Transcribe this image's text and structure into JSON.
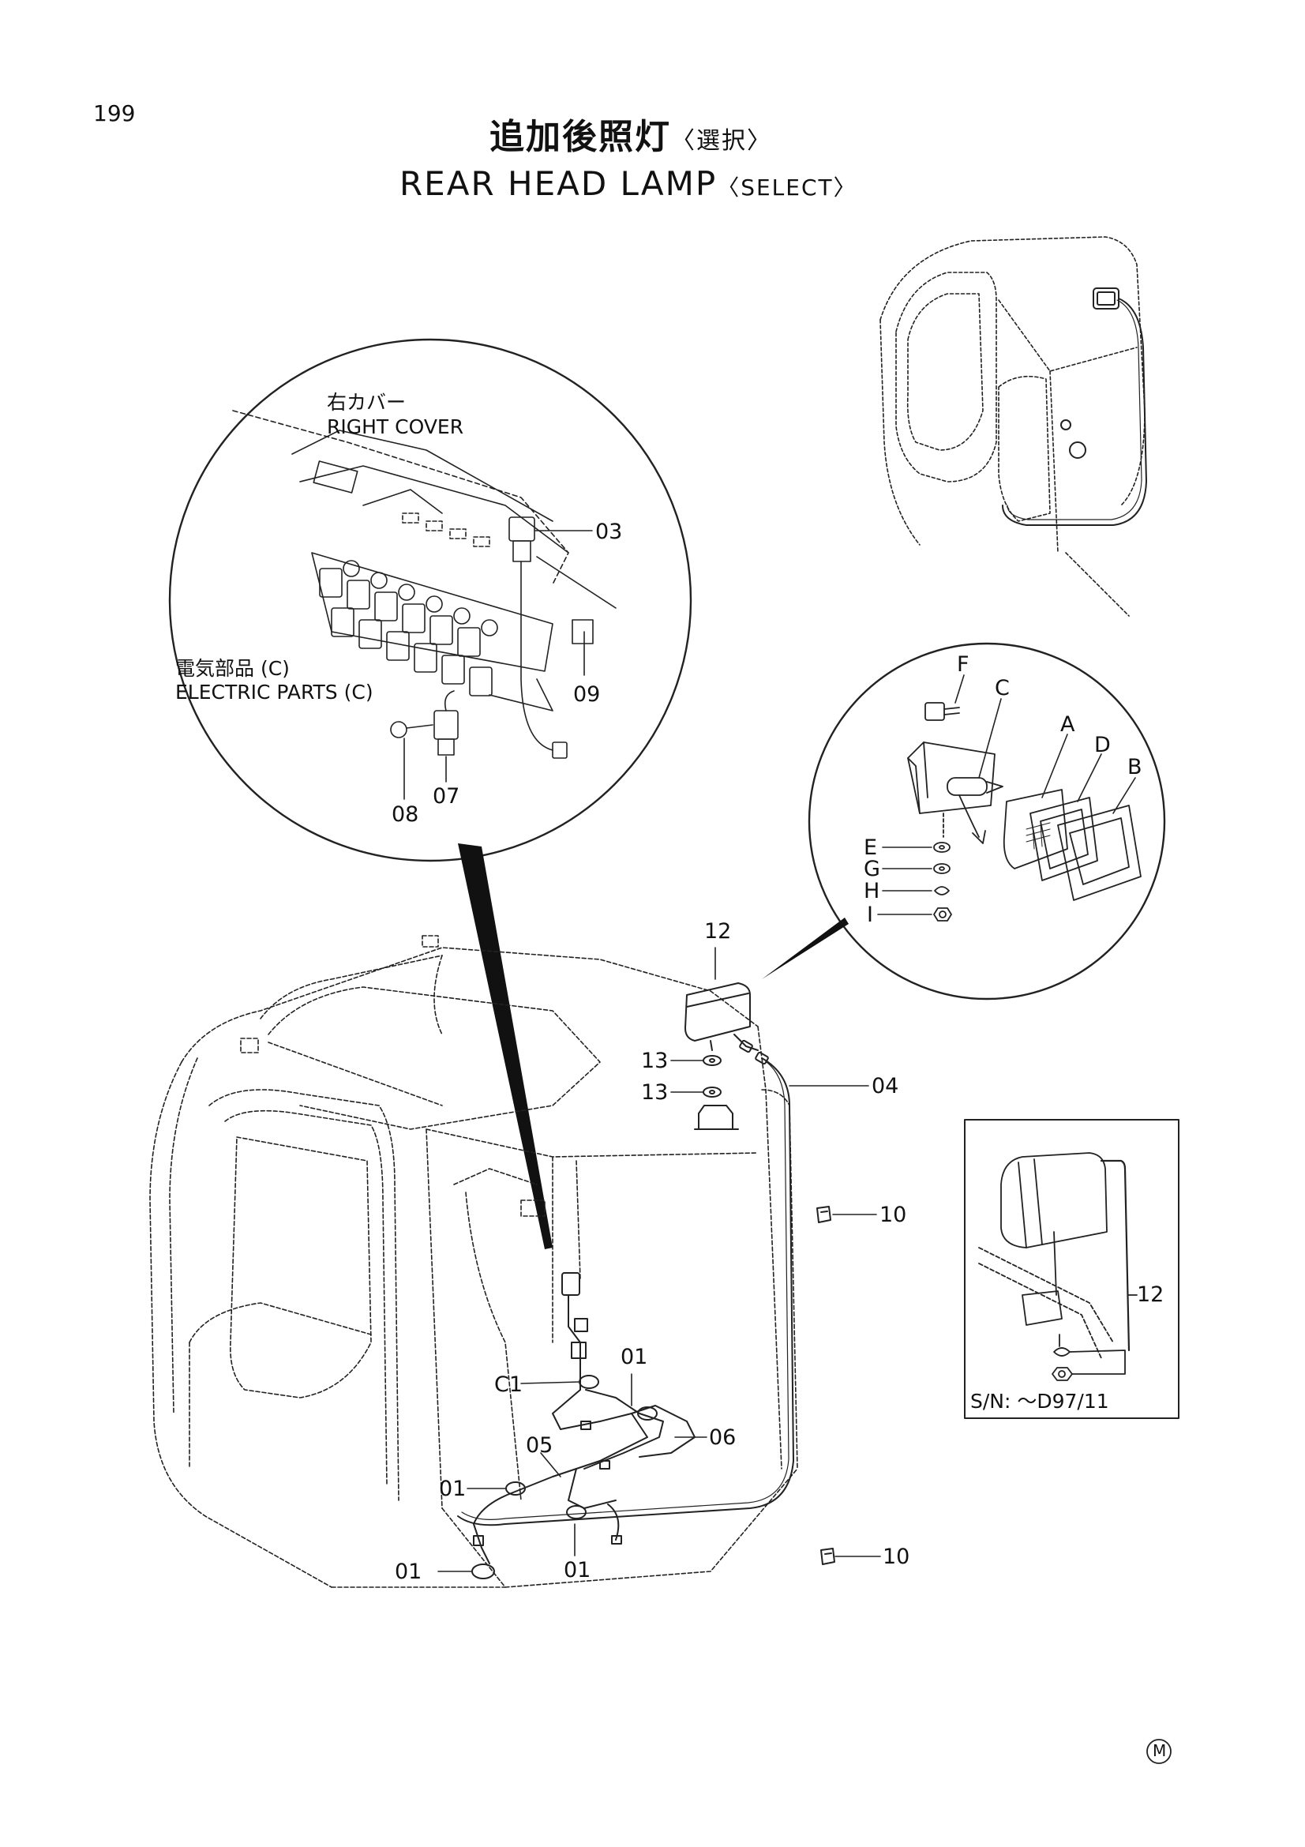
{
  "page_number": "199",
  "title_jp": "追加後照灯",
  "title_jp_note": "〈選択〉",
  "title_en": "REAR HEAD LAMP",
  "title_en_note": "〈SELECT〉",
  "callouts": {
    "right_cover_jp": "右カバー",
    "right_cover_en": "RIGHT COVER",
    "electric_parts_jp": "電気部品 (C)",
    "electric_parts_en": "ELECTRIC PARTS (C)"
  },
  "parts": {
    "p03": "03",
    "p09": "09",
    "p07": "07",
    "p08": "08",
    "pF": "F",
    "pC": "C",
    "pA": "A",
    "pD": "D",
    "pB": "B",
    "pE": "E",
    "pG": "G",
    "pH": "H",
    "pI": "I",
    "p12a": "12",
    "p13a": "13",
    "p13b": "13",
    "p04": "04",
    "p10a": "10",
    "p10b": "10",
    "p12b": "12",
    "pC1": "C1",
    "p01a": "01",
    "p06": "06",
    "p05": "05",
    "p01b": "01",
    "p01c": "01",
    "p01d": "01"
  },
  "inset_serial": "S/N: ～D97/11",
  "mark": "M"
}
